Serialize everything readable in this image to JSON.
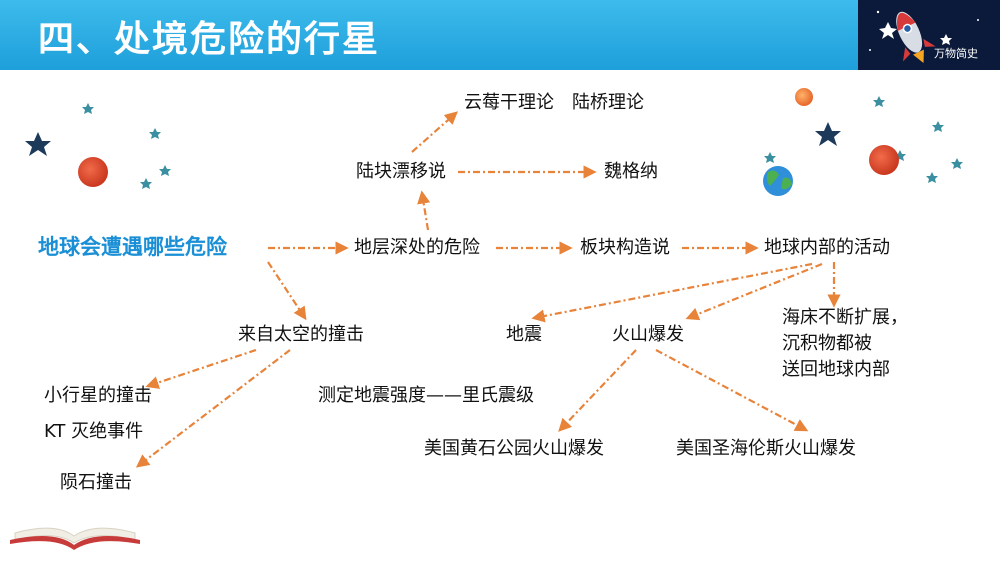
{
  "header": {
    "title": "四、处境危险的行星",
    "brand": "万物简史"
  },
  "colors": {
    "header_blue": "#22a7e0",
    "root_text": "#1a8fd6",
    "arrow": "#e8833a"
  },
  "nodes": {
    "root": "地球会遭遇哪些危险",
    "deep_danger": "地层深处的危险",
    "continental_drift": "陆块漂移说",
    "theories": "云莓干理论　陆桥理论",
    "wegener": "魏格纳",
    "plate_tectonics": "板块构造说",
    "earth_interior": "地球内部的活动",
    "seafloor": [
      "海床不断扩展，",
      "沉积物都被",
      "送回地球内部"
    ],
    "earthquake": "地震",
    "volcano": "火山爆发",
    "richter": "测定地震强度——里氏震级",
    "yellowstone": "美国黄石公园火山爆发",
    "st_helens": "美国圣海伦斯火山爆发",
    "space_impact": "来自太空的撞击",
    "asteroid": "小行星的撞击",
    "kt": "KT 灭绝事件",
    "meteorite": "陨石撞击"
  }
}
